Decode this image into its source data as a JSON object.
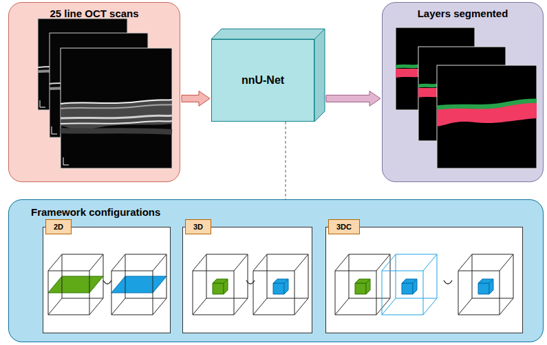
{
  "diagram": {
    "nodes": [
      {
        "text": [
          "25 line OCT scans"
        ]
      },
      {
        "text": [
          "nnU-Net"
        ]
      },
      {
        "text": [
          "Layers segmented"
        ]
      },
      {
        "text": [
          "Framework configurations"
        ]
      },
      {
        "text": [
          "2D"
        ],
        "in": 3
      },
      {
        "text": [
          "3D"
        ],
        "in": 3
      },
      {
        "text": [
          "3DC"
        ],
        "in": 3
      }
    ],
    "edges": [
      {
        "from": 0,
        "to": 1,
        "arrow": "to"
      },
      {
        "from": 1,
        "to": 2,
        "arrow": "to"
      },
      {
        "from": 1,
        "to": 3,
        "arrow": "none"
      }
    ]
  }
}
